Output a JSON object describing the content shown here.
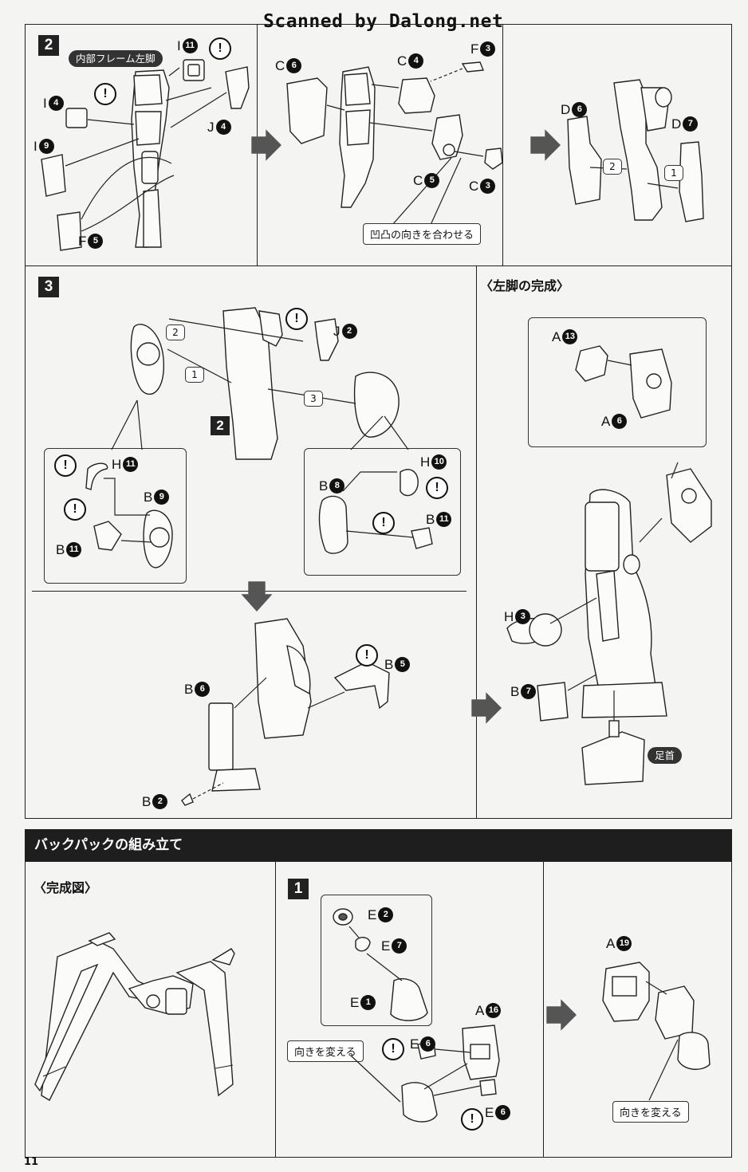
{
  "watermark": "Scanned by Dalong.net",
  "page_number": "11",
  "step2": {
    "number": "2",
    "title_pill": "内部フレーム左脚",
    "labels": {
      "I11": [
        "I",
        "11"
      ],
      "I4": [
        "I",
        "4"
      ],
      "I9": [
        "I",
        "9"
      ],
      "J4": [
        "J",
        "4"
      ],
      "F5": [
        "F",
        "5"
      ],
      "C6": [
        "C",
        "6"
      ],
      "C4": [
        "C",
        "4"
      ],
      "F3": [
        "F",
        "3"
      ],
      "C5": [
        "C",
        "5"
      ],
      "C3": [
        "C",
        "3"
      ],
      "D6": [
        "D",
        "6"
      ],
      "D7": [
        "D",
        "7"
      ]
    },
    "note_align": "凹凸の向きを合わせる",
    "order_1": "1",
    "order_2": "2"
  },
  "step3": {
    "number": "3",
    "ref_step": "2",
    "labels": {
      "J2": [
        "J",
        "2"
      ],
      "H11": [
        "H",
        "11"
      ],
      "B9": [
        "B",
        "9"
      ],
      "B11a": [
        "B",
        "11"
      ],
      "H10": [
        "H",
        "10"
      ],
      "B8": [
        "B",
        "8"
      ],
      "B11b": [
        "B",
        "11"
      ],
      "B6": [
        "B",
        "6"
      ],
      "B5": [
        "B",
        "5"
      ],
      "B2": [
        "B",
        "2"
      ]
    },
    "order_1": "1",
    "order_2": "2",
    "order_3": "3"
  },
  "left_leg_complete": {
    "heading": "〈左脚の完成〉",
    "labels": {
      "A13": [
        "A",
        "13"
      ],
      "A6": [
        "A",
        "6"
      ],
      "H3": [
        "H",
        "3"
      ],
      "B7": [
        "B",
        "7"
      ]
    },
    "ankle_pill": "足首"
  },
  "backpack": {
    "banner": "バックパックの組み立て",
    "complete_heading": "〈完成図〉",
    "step_number": "1",
    "labels": {
      "E2": [
        "E",
        "2"
      ],
      "E7": [
        "E",
        "7"
      ],
      "E1": [
        "E",
        "1"
      ],
      "A16": [
        "A",
        "16"
      ],
      "E6a": [
        "E",
        "6"
      ],
      "E6b": [
        "E",
        "6"
      ],
      "A19": [
        "A",
        "19"
      ]
    },
    "note_turn_1": "向きを変える",
    "note_turn_2": "向きを変える"
  },
  "warning_symbol": "!"
}
